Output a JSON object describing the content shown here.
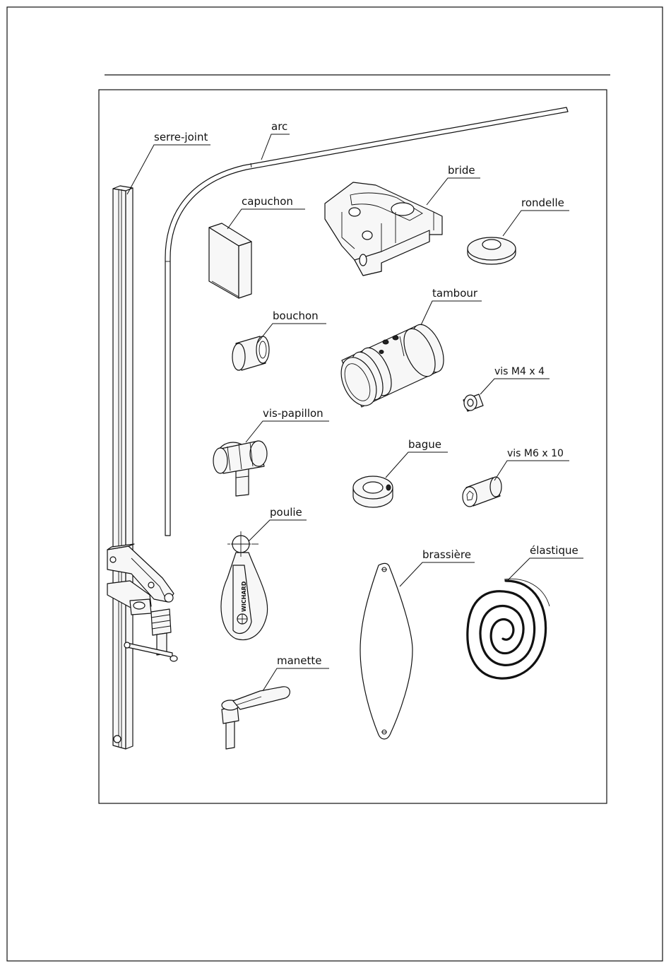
{
  "labels": {
    "serre_joint": "serre-joint",
    "arc": "arc",
    "bride": "bride",
    "capuchon": "capuchon",
    "rondelle": "rondelle",
    "tambour": "tambour",
    "bouchon": "bouchon",
    "vis_m4": "vis M4 x 4",
    "vis_papillon": "vis-papillon",
    "bague": "bague",
    "vis_m6": "vis M6 x 10",
    "poulie": "poulie",
    "brassiere": "brassière",
    "elastique": "élastique",
    "manette": "manette"
  },
  "poulie_brand": "WICHARD"
}
